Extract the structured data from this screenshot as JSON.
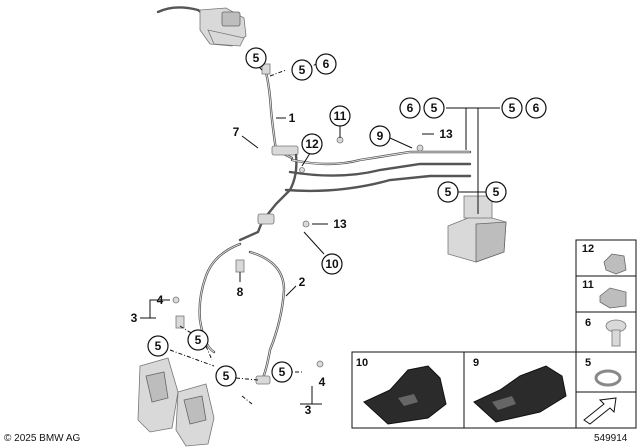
{
  "callouts": {
    "c5_top": "5",
    "c6_top": "6",
    "c5_top_b": "5",
    "c1": "1",
    "c7": "7",
    "c11": "11",
    "c12": "12",
    "c9": "9",
    "c13_a": "13",
    "c6_r1": "6",
    "c5_r1": "5",
    "c5_r2": "5",
    "c6_r2": "6",
    "c5_r3": "5",
    "c5_r4": "5",
    "c13_b": "13",
    "c10": "10",
    "c2": "2",
    "c8": "8",
    "c4_a": "4",
    "c3_a": "3",
    "c5_l1": "5",
    "c5_l2": "5",
    "c5_b1": "5",
    "c5_b2": "5",
    "c4_b": "4",
    "c3_b": "3"
  },
  "inset_labels": {
    "p12": "12",
    "p11": "11",
    "p6": "6",
    "p5": "5",
    "p10": "10",
    "p9": "9"
  },
  "copyright": "© 2025 BMW AG",
  "doc_number": "549914"
}
